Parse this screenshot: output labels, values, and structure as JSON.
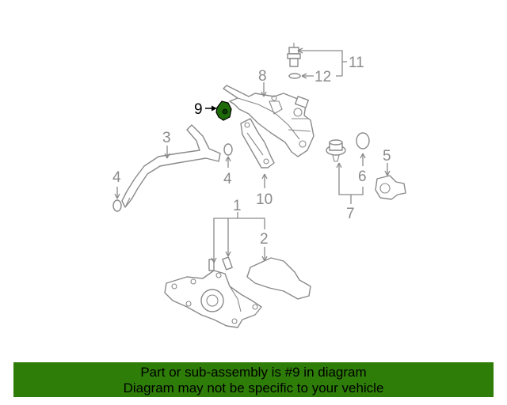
{
  "labels": {
    "p1": "1",
    "p2": "2",
    "p3": "3",
    "p4a": "4",
    "p4b": "4",
    "p5": "5",
    "p6": "6",
    "p7": "7",
    "p8": "8",
    "p9": "9",
    "p10": "10",
    "p11": "11",
    "p12": "12"
  },
  "banner": {
    "line1": "Part or sub-assembly is #9 in diagram",
    "line2": "Diagram may not be specific to your vehicle",
    "color": "#2e7d08"
  },
  "colors": {
    "line": "#8a8a8a",
    "highlight_part": "#1f6b0a",
    "highlight_text": "#000000"
  }
}
